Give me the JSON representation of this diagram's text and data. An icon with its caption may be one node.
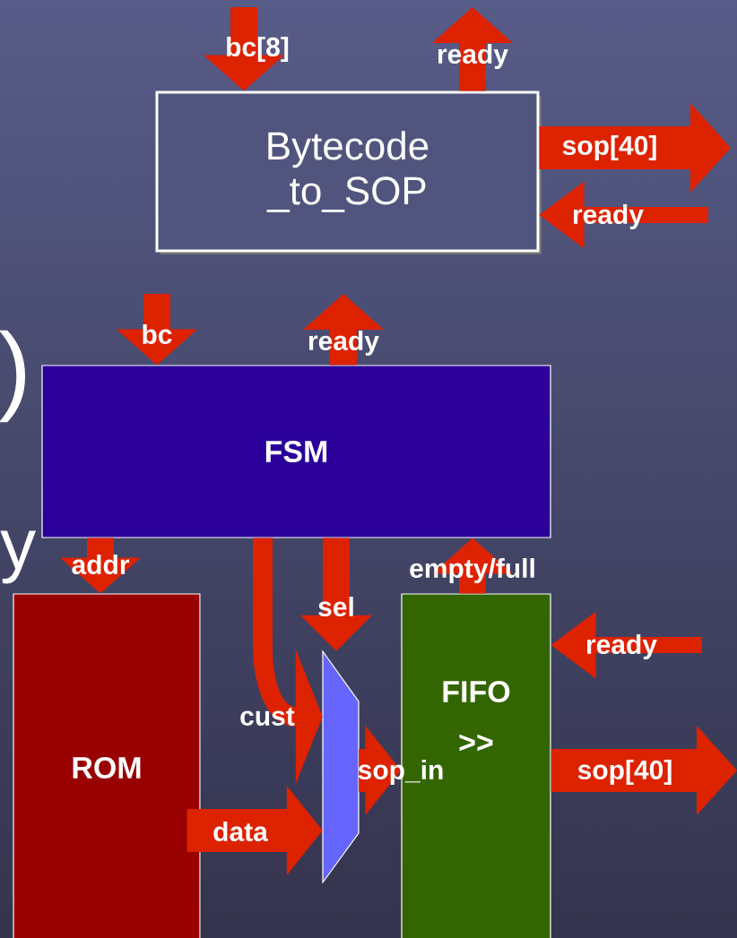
{
  "diagram": {
    "nodes": [
      {
        "text": [
          "Bytecode _to_SOP"
        ]
      },
      {
        "text": [
          "FSM"
        ]
      },
      {
        "text": [
          "ROM"
        ]
      },
      {
        "text": [],
        "shape": "trapezoid"
      },
      {
        "text": [
          "FIFO",
          ">>"
        ]
      }
    ],
    "edges": [
      {
        "from": null,
        "to": 0,
        "arrow": "to",
        "label": "bc[8]"
      },
      {
        "from": 0,
        "to": null,
        "arrow": "to",
        "label": "ready"
      },
      {
        "from": 0,
        "to": null,
        "arrow": "to",
        "label": "sop[40]"
      },
      {
        "from": null,
        "to": 0,
        "arrow": "to",
        "label": "ready"
      },
      {
        "from": null,
        "to": 1,
        "arrow": "to",
        "label": "bc"
      },
      {
        "from": 1,
        "to": null,
        "arrow": "to",
        "label": "ready"
      },
      {
        "from": 1,
        "to": 2,
        "arrow": "to",
        "label": "addr"
      },
      {
        "from": 1,
        "to": 3,
        "arrow": "to",
        "label": "cust"
      },
      {
        "from": 1,
        "to": 3,
        "arrow": "to",
        "label": "sel"
      },
      {
        "from": 4,
        "to": 1,
        "arrow": "to",
        "label": "empty/full"
      },
      {
        "from": null,
        "to": 4,
        "arrow": "to",
        "label": "ready"
      },
      {
        "from": 2,
        "to": 3,
        "arrow": "to",
        "label": "data"
      },
      {
        "from": 3,
        "to": 4,
        "arrow": "to",
        "label": "sop_in"
      },
      {
        "from": 4,
        "to": null,
        "arrow": "to",
        "label": "sop[40]"
      }
    ],
    "labels": [
      ")",
      "y"
    ]
  }
}
